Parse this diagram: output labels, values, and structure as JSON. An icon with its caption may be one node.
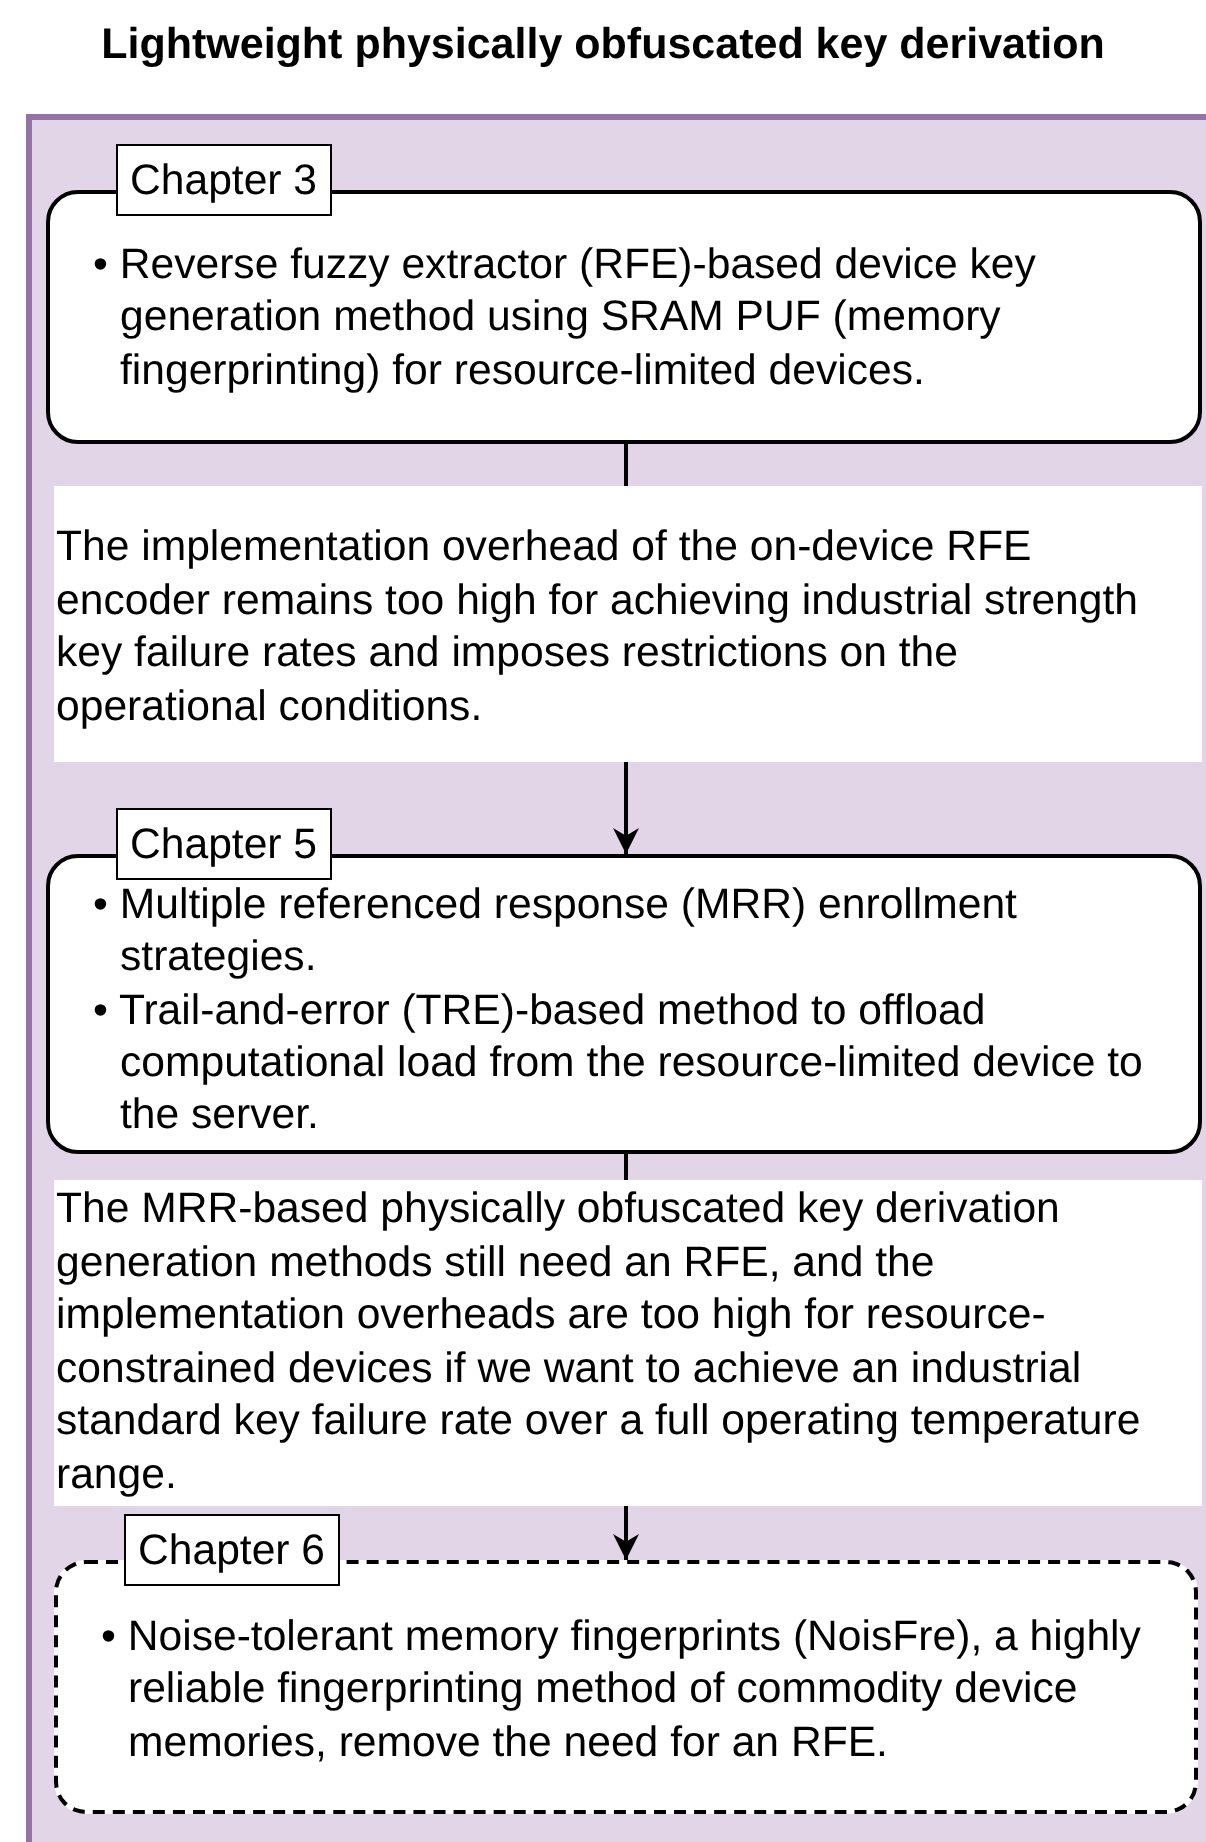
{
  "diagram": {
    "title": "Lightweight physically obfuscated key derivation",
    "nodes": [
      {
        "text": [],
        "shape": "box"
      },
      {
        "text": [
          "Chapter 3",
          "• Reverse fuzzy extractor (RFE)-based device key generation method using SRAM PUF (memory fingerprinting) for resource-limited devices."
        ],
        "in": 0
      },
      {
        "text": [
          "The implementation overhead of the on-device RFE encoder remains too high for achieving industrial strength key failure rates and imposes restrictions on the operational conditions."
        ],
        "in": 0
      },
      {
        "text": [
          "Chapter 5",
          "• Multiple referenced response (MRR) enrollment strategies.",
          "• Trail-and-error (TRE)-based method to offload computational load from the resource-limited device to the server."
        ],
        "in": 0
      },
      {
        "text": [
          "The MRR-based physically obfuscated key derivation generation methods still need an RFE, and the implementation overheads are too high for resource-constrained devices if we want to achieve an industrial standard key failure rate over a full operating temperature range."
        ],
        "in": 0
      },
      {
        "text": [
          "Chapter 6",
          "• Noise-tolerant memory fingerprints (NoisFre), a highly reliable fingerprinting method of commodity device memories, remove the need for an RFE."
        ],
        "in": 0
      }
    ],
    "edges": [
      {
        "from": 1,
        "to": 2,
        "arrow": "none"
      },
      {
        "from": 2,
        "to": 3,
        "arrow": "to"
      },
      {
        "from": 3,
        "to": 4,
        "arrow": "none"
      },
      {
        "from": 4,
        "to": 5,
        "arrow": "to"
      }
    ]
  }
}
